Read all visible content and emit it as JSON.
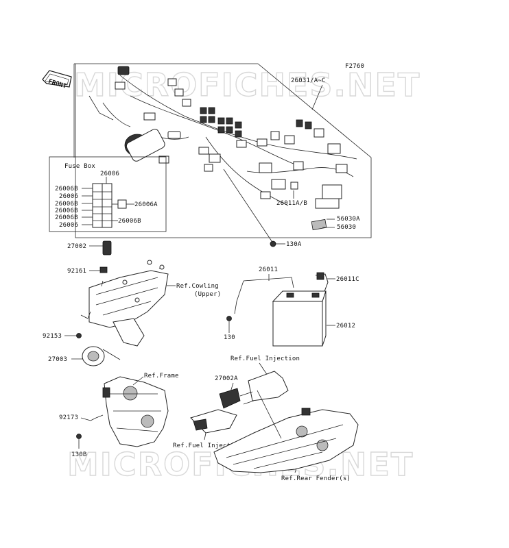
{
  "figure_code": "F2760",
  "front_label": "FRONT",
  "watermark_top": "MICROFICHES.NET",
  "watermark_bottom": "MICROFICHES.NET",
  "fuse_box": {
    "title": "Fuse Box",
    "left_labels": [
      "26006B",
      "26006",
      "26006B",
      "26006B",
      "26006B",
      "26006"
    ],
    "top_label": "26006",
    "right_a": "26006A",
    "right_b": "26006B"
  },
  "callouts": {
    "harness_main": "26031/A~C",
    "p26011AB": "26011A/B",
    "p56030A": "56030A",
    "p56030": "56030",
    "p130A": "130A",
    "p27002": "27002",
    "p92161": "92161",
    "ref_cowling_1": "Ref.Cowling",
    "ref_cowling_2": "(Upper)",
    "p26011": "26011",
    "p26011C": "26011C",
    "p130": "130",
    "p26012": "26012",
    "p92153": "92153",
    "p27003": "27003",
    "ref_fuel_injection_top": "Ref.Fuel Injection",
    "ref_frame": "Ref.Frame",
    "p27002A": "27002A",
    "p92173": "92173",
    "p130B": "130B",
    "ref_fuel_injection_bottom": "Ref.Fuel Injection",
    "ref_rear_fender": "Ref.Rear Fender(s)"
  }
}
